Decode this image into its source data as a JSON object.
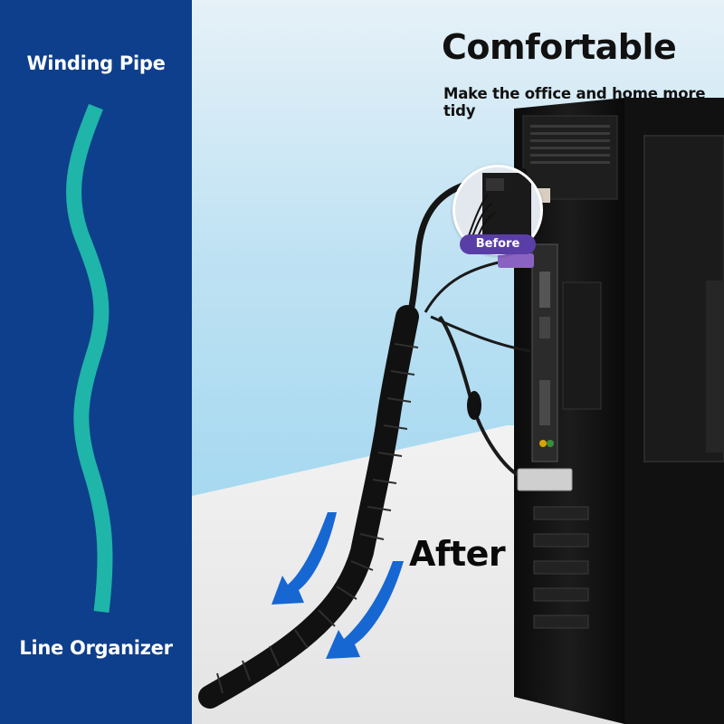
{
  "left_panel": {
    "top_title": "Winding Pipe",
    "bottom_title": "Line Organizer",
    "background_color": "#0d3f8c",
    "wave_color": "#1fb5a8"
  },
  "scene": {
    "headline": "Comfortable",
    "subheadline": "Make the office and home more tidy",
    "before_badge_label": "Before",
    "after_label": "After",
    "arrow_color": "#1767d2",
    "wall_color": "#a9daf2",
    "floor_color": "#ececec"
  }
}
